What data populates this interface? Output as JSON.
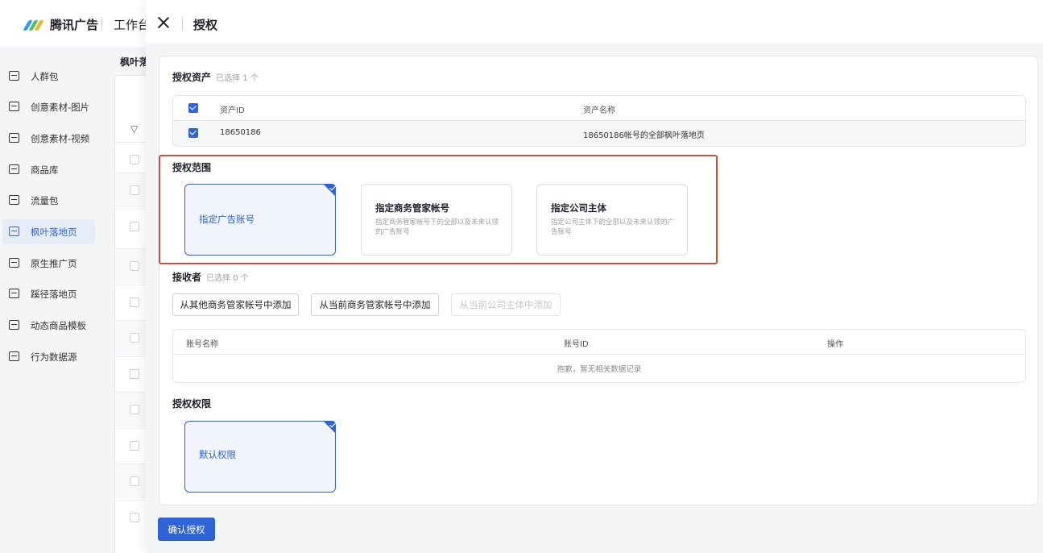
{
  "app": {
    "brand": "腾讯广告",
    "workbench": "工作台"
  },
  "sidebar": {
    "items": [
      {
        "label": "人群包",
        "icon": "audience-icon",
        "active": false
      },
      {
        "label": "创意素材-图片",
        "icon": "image-icon",
        "active": false
      },
      {
        "label": "创意素材-视频",
        "icon": "video-icon",
        "active": false
      },
      {
        "label": "商品库",
        "icon": "product-library-icon",
        "active": false
      },
      {
        "label": "流量包",
        "icon": "traffic-package-icon",
        "active": false
      },
      {
        "label": "枫叶落地页",
        "icon": "landing-page-icon",
        "active": true
      },
      {
        "label": "原生推广页",
        "icon": "native-page-icon",
        "active": false
      },
      {
        "label": "蹊径落地页",
        "icon": "document-icon",
        "active": false
      },
      {
        "label": "动态商品模板",
        "icon": "template-icon",
        "active": false
      },
      {
        "label": "行为数据源",
        "icon": "datasource-icon",
        "active": false
      }
    ]
  },
  "background": {
    "main_title": "枫叶落地页"
  },
  "drawer": {
    "title": "授权",
    "assets": {
      "title": "授权资产",
      "selected_text": "已选择 1 个",
      "columns": [
        "资产ID",
        "资产名称"
      ],
      "rows": [
        {
          "id": "18650186",
          "name": "18650186帐号的全部枫叶落地页",
          "checked": true
        }
      ]
    },
    "scope": {
      "title": "授权范围",
      "options": [
        {
          "title": "指定广告账号",
          "desc": "",
          "selected": true
        },
        {
          "title": "指定商务管家帐号",
          "desc": "指定商务管家帐号下的全部以及未来认领的广告账号",
          "selected": false
        },
        {
          "title": "指定公司主体",
          "desc": "指定公司主体下的全部以及未来认领的广告账号",
          "selected": false
        }
      ]
    },
    "receivers": {
      "title": "接收者",
      "selected_text": "已选择 0 个",
      "buttons": [
        {
          "label": "从其他商务管家帐号中添加",
          "disabled": false
        },
        {
          "label": "从当前商务管家帐号中添加",
          "disabled": false
        },
        {
          "label": "从当前公司主体中添加",
          "disabled": true
        }
      ],
      "columns": [
        "账号名称",
        "账号ID",
        "操作"
      ],
      "empty_text": "抱歉，暂无相关数据记录"
    },
    "permission": {
      "title": "授权权限",
      "options": [
        {
          "title": "默认权限",
          "selected": true
        }
      ]
    },
    "confirm_label": "确认授权"
  },
  "colors": {
    "primary": "#2e64d6",
    "highlight": "#e0492f"
  }
}
